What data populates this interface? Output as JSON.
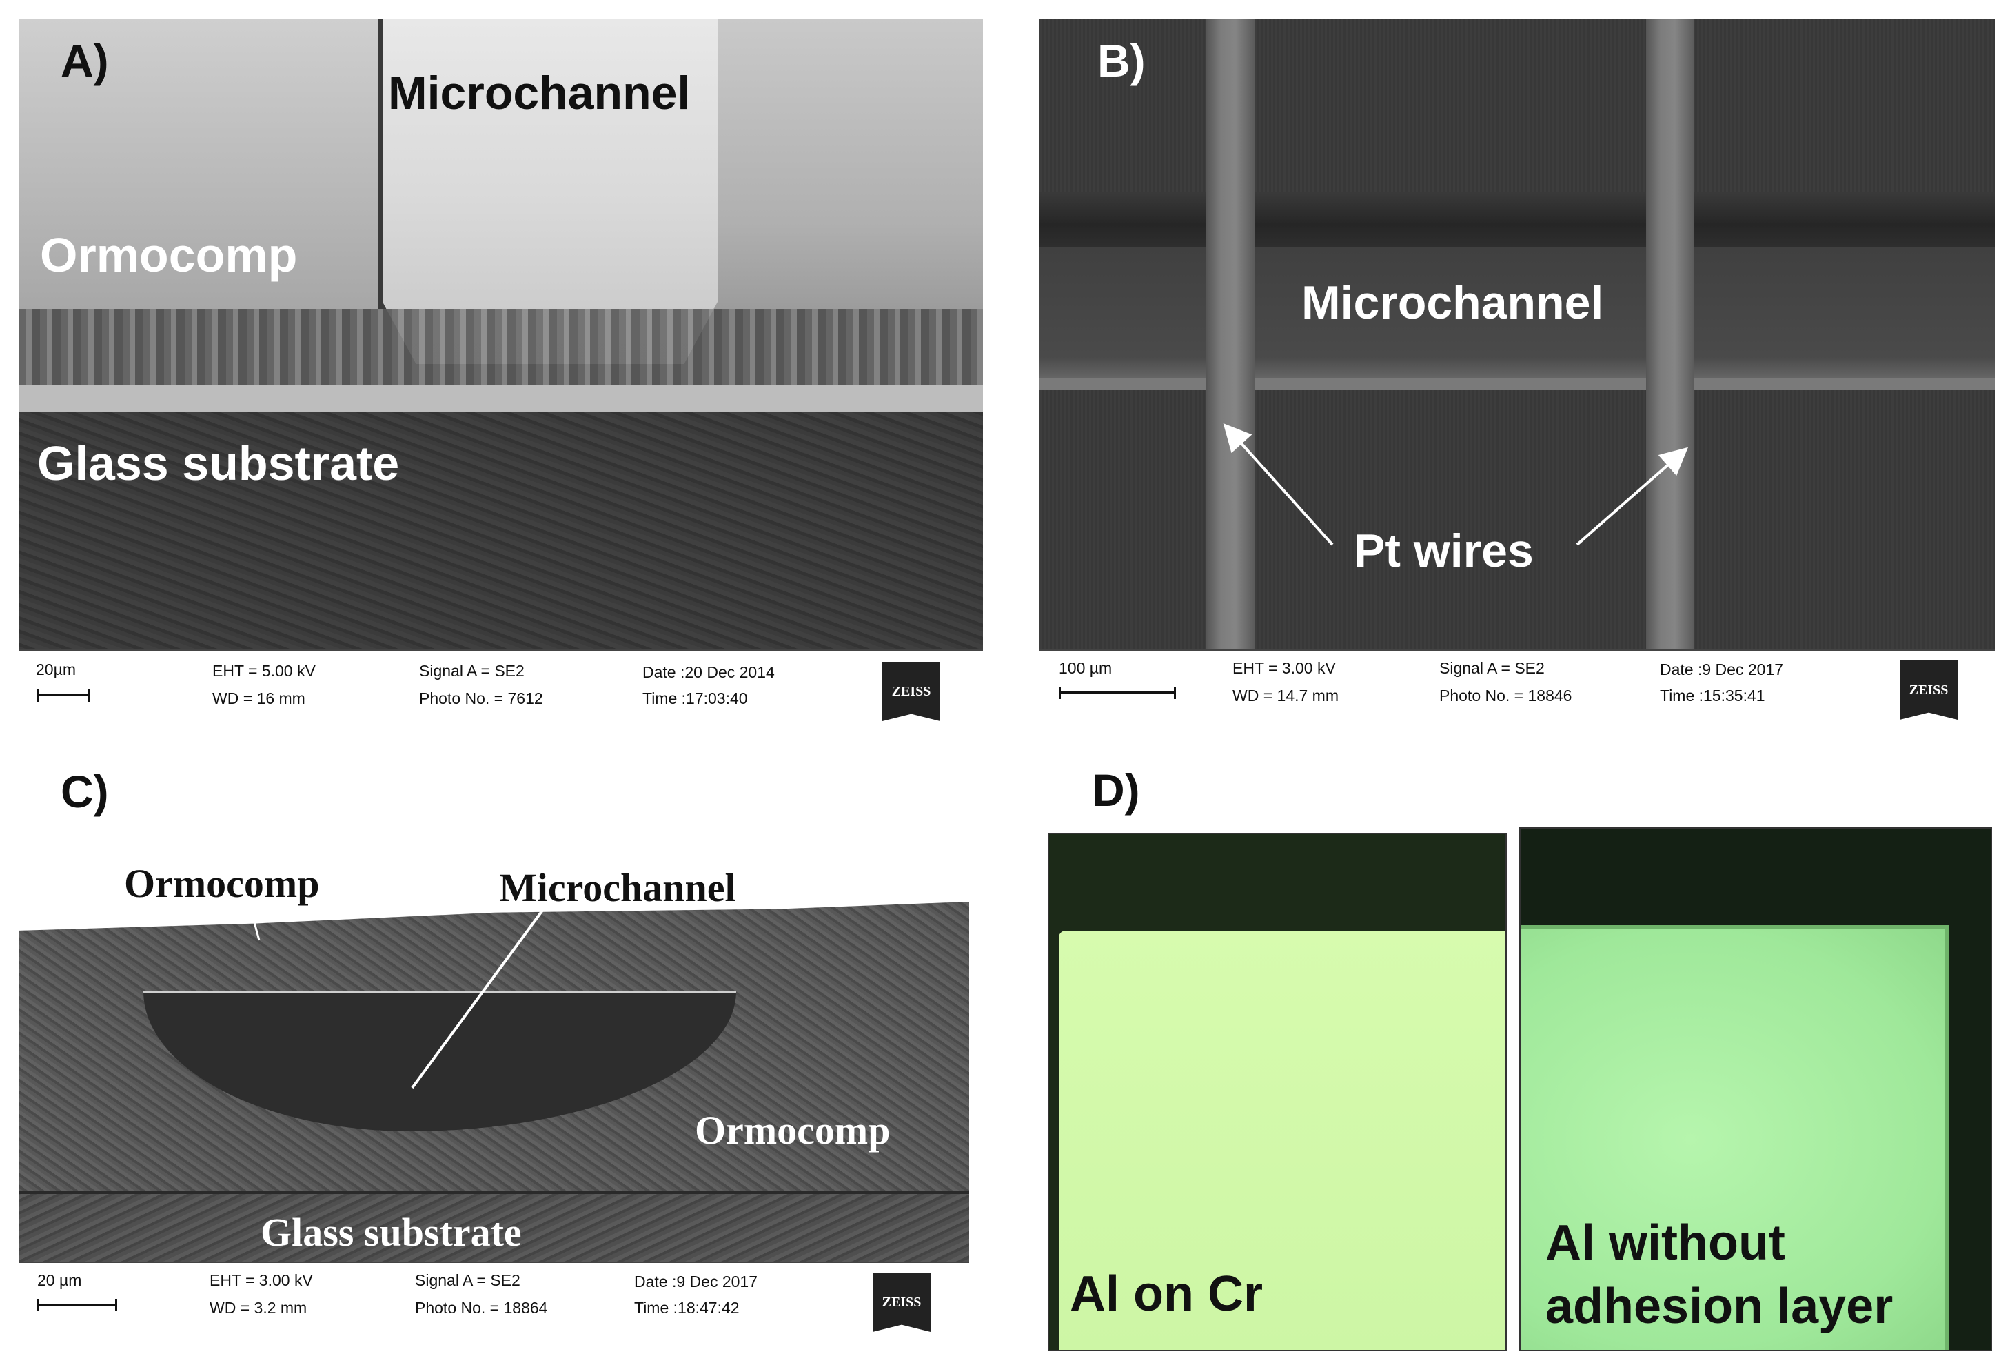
{
  "panels": {
    "a": {
      "label": "A)",
      "microchannel": "Microchannel",
      "ormocomp": "Ormocomp",
      "glass": "Glass substrate",
      "info": {
        "scale": "20µm",
        "eht": "EHT =  5.00 kV",
        "wd": "WD =   16 mm",
        "signal": "Signal A = SE2",
        "photo": "Photo No. = 7612",
        "date": "Date :20 Dec 2014",
        "time": "Time :17:03:40",
        "logo": "ZEISS"
      }
    },
    "b": {
      "label": "B)",
      "microchannel": "Microchannel",
      "wires": "Pt wires",
      "info": {
        "scale": "100 µm",
        "eht": "EHT =  3.00 kV",
        "wd": "WD = 14.7 mm",
        "signal": "Signal A = SE2",
        "photo": "Photo No. = 18846",
        "date": "Date :9 Dec 2017",
        "time": "Time :15:35:41",
        "logo": "ZEISS"
      }
    },
    "c": {
      "label": "C)",
      "ormocomp_top": "Ormocomp",
      "microchannel": "Microchannel",
      "ormocomp_right": "Ormocomp",
      "glass": "Glass substrate",
      "info": {
        "scale": "20 µm",
        "eht": "EHT =  3.00 kV",
        "wd": "WD =  3.2 mm",
        "signal": "Signal A = SE2",
        "photo": "Photo No. = 18864",
        "date": "Date :9 Dec 2017",
        "time": "Time :18:47:42",
        "logo": "ZEISS"
      }
    },
    "d": {
      "label": "D)",
      "left_caption": "Al on Cr",
      "right_caption_line1": "Al without",
      "right_caption_line2": "adhesion layer"
    }
  }
}
